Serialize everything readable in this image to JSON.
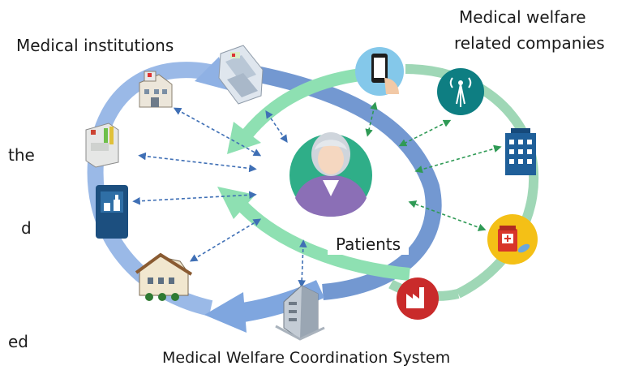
{
  "labels": {
    "institutions": "Medical institutions",
    "companies_line1": "Medical welfare",
    "companies_line2": "related companies",
    "patients": "Patients",
    "system": "Medical Welfare Coordination System"
  },
  "left_clipped_text": [
    "the",
    "d",
    "ed"
  ],
  "colors": {
    "outer_ring": "#7fa6df",
    "inner_ring": "#5b86c9",
    "green_arrow": "#8ee0b2",
    "green_ring": "#7dca9e",
    "connector": "#3f6fb5",
    "connector_green": "#2f9a55",
    "avatar_bg": "#2fae88",
    "phone_circle": "#84c8ea",
    "tower_circle": "#0e7e82",
    "pill_circle": "#f4c016",
    "factory_circle": "#c92b2b"
  },
  "icons": [
    "hospital-building-icon",
    "office-building-icon",
    "lab-tubes-icon",
    "clinic-sign-icon",
    "nursing-home-icon",
    "coordination-building-icon",
    "patient-avatar-icon",
    "smartphone-icon",
    "radio-tower-icon",
    "company-building-icon",
    "medicine-icon",
    "factory-icon"
  ]
}
